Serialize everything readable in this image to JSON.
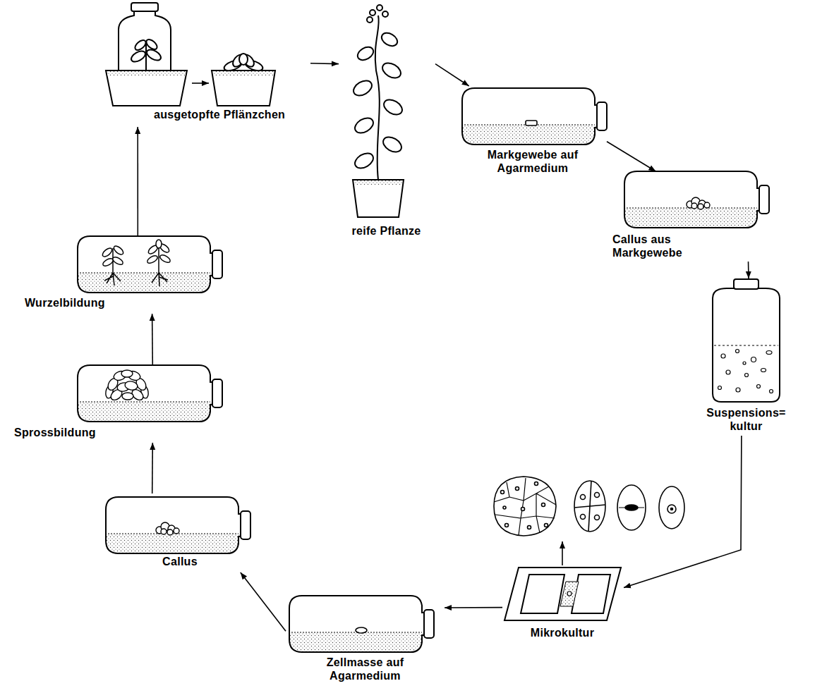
{
  "diagram": {
    "nodes": [
      {
        "text": [
          "ausgetopfte Pflänzchen"
        ]
      },
      {
        "text": [
          "reife Pflanze"
        ]
      },
      {
        "text": [
          "Markgewebe auf Agarmedium"
        ]
      },
      {
        "text": [
          "Callus aus Markgewebe"
        ]
      },
      {
        "text": [
          "Suspensions= kultur"
        ]
      },
      {
        "text": [
          "Mikrokultur"
        ]
      },
      {
        "text": [
          "Zellmasse auf Agarmedium"
        ]
      },
      {
        "text": [
          "Callus"
        ]
      },
      {
        "text": [
          "Sprossbildung"
        ]
      },
      {
        "text": [
          "Wurzelbildung"
        ]
      }
    ],
    "edges": [
      {
        "from": 0,
        "to": 1,
        "arrow": "to"
      },
      {
        "from": 1,
        "to": 2,
        "arrow": "to"
      },
      {
        "from": 2,
        "to": 3,
        "arrow": "to"
      },
      {
        "from": 3,
        "to": 4,
        "arrow": "to"
      },
      {
        "from": 4,
        "to": 5,
        "arrow": "to"
      },
      {
        "from": 5,
        "to": 6,
        "arrow": "to"
      },
      {
        "from": 6,
        "to": 7,
        "arrow": "to"
      },
      {
        "from": 7,
        "to": 8,
        "arrow": "to"
      },
      {
        "from": 8,
        "to": 9,
        "arrow": "to"
      },
      {
        "from": 9,
        "to": 0,
        "arrow": "to"
      }
    ]
  }
}
